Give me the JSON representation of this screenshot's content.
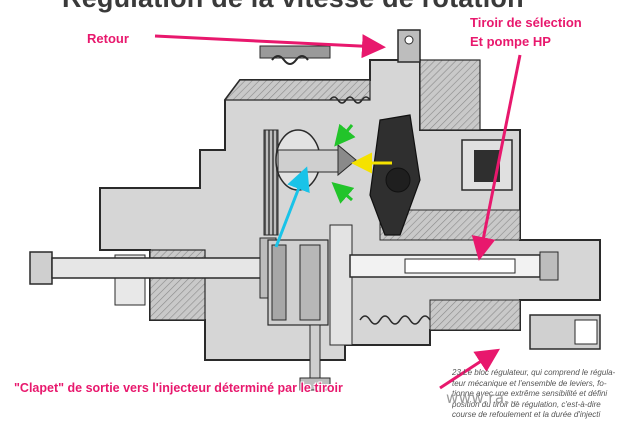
{
  "title": "Régulation de la vitesse de rotation",
  "labels": {
    "retour": "Retour",
    "tiroir_line1": "Tiroir de sélection",
    "tiroir_line2": "Et pompe HP",
    "clapet": "\"Clapet\" de sortie vers l'injecteur déterminé par le tiroir"
  },
  "caption": [
    "23 Le bloc régulateur, qui comprend le régula-",
    "teur mécanique et l'ensemble de leviers, fo-",
    "tionne avec une extrême sensibilité et défini",
    "position du tiroir de régulation, c'est-à-dire",
    "course de refoulement et la durée d'injecti"
  ],
  "watermark": "www.ra..."
}
